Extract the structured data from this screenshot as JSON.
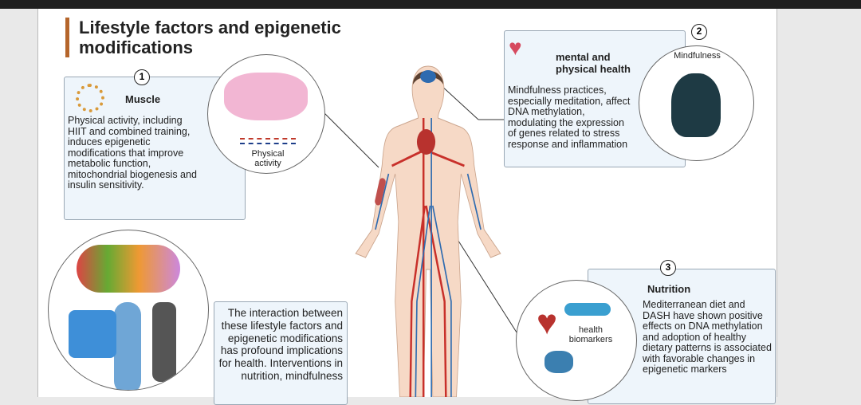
{
  "title": "Lifestyle factors and epigenetic modifications",
  "sections": [
    {
      "number": "1",
      "heading": "Muscle",
      "text": "Physical activity, including HIIT and combined training, induces epigenetic modifications that improve metabolic function, mitochondrial biogenesis and insulin sensitivity.",
      "circle_label": "Physical activity"
    },
    {
      "number": "2",
      "heading": "mental and physical health",
      "text": "Mindfulness practices, especially meditation, affect DNA methylation, modulating the expression of genes related to stress response and inflammation",
      "circle_label": "Mindfulness"
    },
    {
      "number": "3",
      "heading": "Nutrition",
      "text": "Mediterranean diet and DASH have shown positive effects on DNA methylation and adoption of healthy dietary patterns is associated with favorable changes in epigenetic markers",
      "circle_label": "health biomarkers"
    }
  ],
  "summary": "The interaction between these lifestyle factors and epigenetic modifications has profound implications for health. Interventions in nutrition, mindfulness",
  "colors": {
    "accent": "#b5652b",
    "box_bg": "#eef5fb"
  }
}
